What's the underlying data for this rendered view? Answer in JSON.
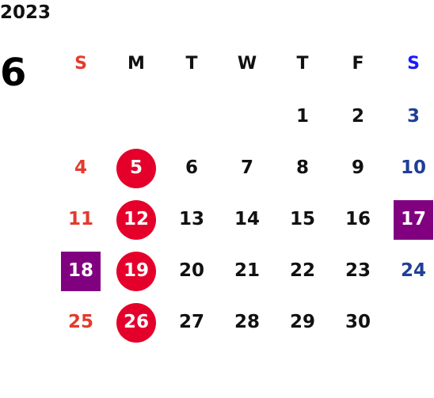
{
  "calendar": {
    "year": "2023",
    "month": "6",
    "colors": {
      "sunday": "#e43a2e",
      "saturday": "#1f3f96",
      "saturday_header": "#1a1aff",
      "weekday": "#111111",
      "holiday_circle": "#e4002b",
      "event_square": "#800080"
    },
    "weekdays": [
      "S",
      "M",
      "T",
      "W",
      "T",
      "F",
      "S"
    ],
    "weeks": [
      [
        {
          "day": ""
        },
        {
          "day": ""
        },
        {
          "day": ""
        },
        {
          "day": ""
        },
        {
          "day": "1"
        },
        {
          "day": "2"
        },
        {
          "day": "3"
        }
      ],
      [
        {
          "day": "4"
        },
        {
          "day": "5",
          "marker": "circle"
        },
        {
          "day": "6"
        },
        {
          "day": "7"
        },
        {
          "day": "8"
        },
        {
          "day": "9"
        },
        {
          "day": "10"
        }
      ],
      [
        {
          "day": "11"
        },
        {
          "day": "12",
          "marker": "circle"
        },
        {
          "day": "13"
        },
        {
          "day": "14"
        },
        {
          "day": "15"
        },
        {
          "day": "16"
        },
        {
          "day": "17",
          "marker": "square"
        }
      ],
      [
        {
          "day": "18",
          "marker": "square"
        },
        {
          "day": "19",
          "marker": "circle"
        },
        {
          "day": "20"
        },
        {
          "day": "21"
        },
        {
          "day": "22"
        },
        {
          "day": "23"
        },
        {
          "day": "24"
        }
      ],
      [
        {
          "day": "25"
        },
        {
          "day": "26",
          "marker": "circle"
        },
        {
          "day": "27"
        },
        {
          "day": "28"
        },
        {
          "day": "29"
        },
        {
          "day": "30"
        },
        {
          "day": ""
        }
      ]
    ]
  }
}
